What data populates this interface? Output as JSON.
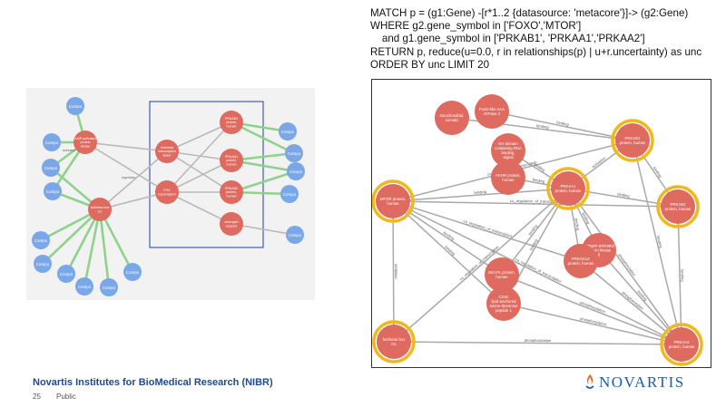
{
  "query": {
    "lines": [
      "MATCH p = (g1:Gene) -[r*1..2 {datasource: 'metacore'}]-> (g2:Gene)",
      "WHERE g2.gene_symbol in ['FOXO','MTOR']",
      "    and g1.gene_symbol in ['PRKAB1', 'PRKAA1','PRKAA2']",
      "RETURN p, reduce(u=0.0, r in relationships(p) | u+r.uncertainty) as unc",
      "ORDER BY unc LIMIT 20"
    ]
  },
  "left_graph": {
    "compounds": [
      {
        "label": "Compo"
      },
      {
        "label": "Compo"
      },
      {
        "label": "Compo"
      },
      {
        "label": "Compo"
      },
      {
        "label": "Compo"
      },
      {
        "label": "Compo"
      },
      {
        "label": "Compo"
      },
      {
        "label": "Compo"
      },
      {
        "label": "Compo"
      },
      {
        "label": "Compo"
      },
      {
        "label": "Compo"
      },
      {
        "label": "Compo"
      },
      {
        "label": "Compo"
      },
      {
        "label": "Compo"
      },
      {
        "label": "Compo"
      }
    ],
    "genes": [
      {
        "label": "AMP-activated protein kinase"
      },
      {
        "label": "forkhead box O1"
      },
      {
        "label": "forkhead transcription factor"
      },
      {
        "label": "FOX transcription"
      },
      {
        "label": "PRKAB1 protein, human"
      },
      {
        "label": "PRKAA1 protein, human"
      },
      {
        "label": "PRKAB2 protein, human"
      },
      {
        "label": "androgen receptor"
      }
    ],
    "edge_labels": {
      "activates": "activates",
      "regulation": "regulation"
    }
  },
  "right_graph": {
    "nodes": [
      {
        "label": "mitochondrial, somatic",
        "highlight": false
      },
      {
        "label": "FoxO-like AAA ATPase 2",
        "highlight": false
      },
      {
        "label": "KH domain containing RNA binding, signal transduction associated 1",
        "highlight": false
      },
      {
        "label": "PRKAB1 protein, human",
        "highlight": true
      },
      {
        "label": "FKHR protein, human",
        "highlight": false
      },
      {
        "label": "MTOR protein, human",
        "highlight": true
      },
      {
        "label": "PRKAA1 protein, human",
        "highlight": true
      },
      {
        "label": "PRKAB2 protein, human",
        "highlight": true
      },
      {
        "label": "mitogen-activated protein kinase 8",
        "highlight": false
      },
      {
        "label": "PRKAG1A protein, human",
        "highlight": false
      },
      {
        "label": "MLKPL protein, human",
        "highlight": false
      },
      {
        "label": "CD44 lipid-anchored serine-threonine peptide 1",
        "highlight": false
      },
      {
        "label": "forkhead box O1",
        "highlight": true
      },
      {
        "label": "PRKAA2 protein, human",
        "highlight": true
      }
    ],
    "edge_labels": {
      "binding": "binding",
      "co_regulation": "co_regulation_of_transcription",
      "phosphorylation": "phosphorylation",
      "activation": "activation",
      "inhibition": "inhibition"
    }
  },
  "footer": {
    "title": "Novartis Institutes for BioMedical Research (NIBR)",
    "page": "25",
    "classification": "Public",
    "logo_text": "NOVARTIS"
  },
  "colors": {
    "compound": "#7aa7e8",
    "gene": "#de6a60",
    "highlight_ring": "#f1b81c",
    "activates_edge": "#8fd28b",
    "edge": "#b9b9b9",
    "brand": "#1e5ba8"
  }
}
